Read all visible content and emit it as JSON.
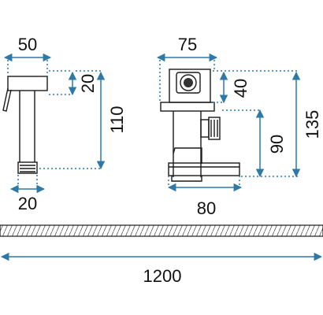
{
  "colors": {
    "dimension": "#2f79a6",
    "outline": "#1a1a1a",
    "text": "#111111",
    "background": "#ffffff"
  },
  "dimensions": {
    "head_width": "50",
    "head_height": "20",
    "handle_length": "110",
    "nozzle_width": "20",
    "valve_width": "75",
    "valve_height": "40",
    "outlet_height": "90",
    "total_height": "135",
    "base_width": "80",
    "hose_length": "1200"
  }
}
